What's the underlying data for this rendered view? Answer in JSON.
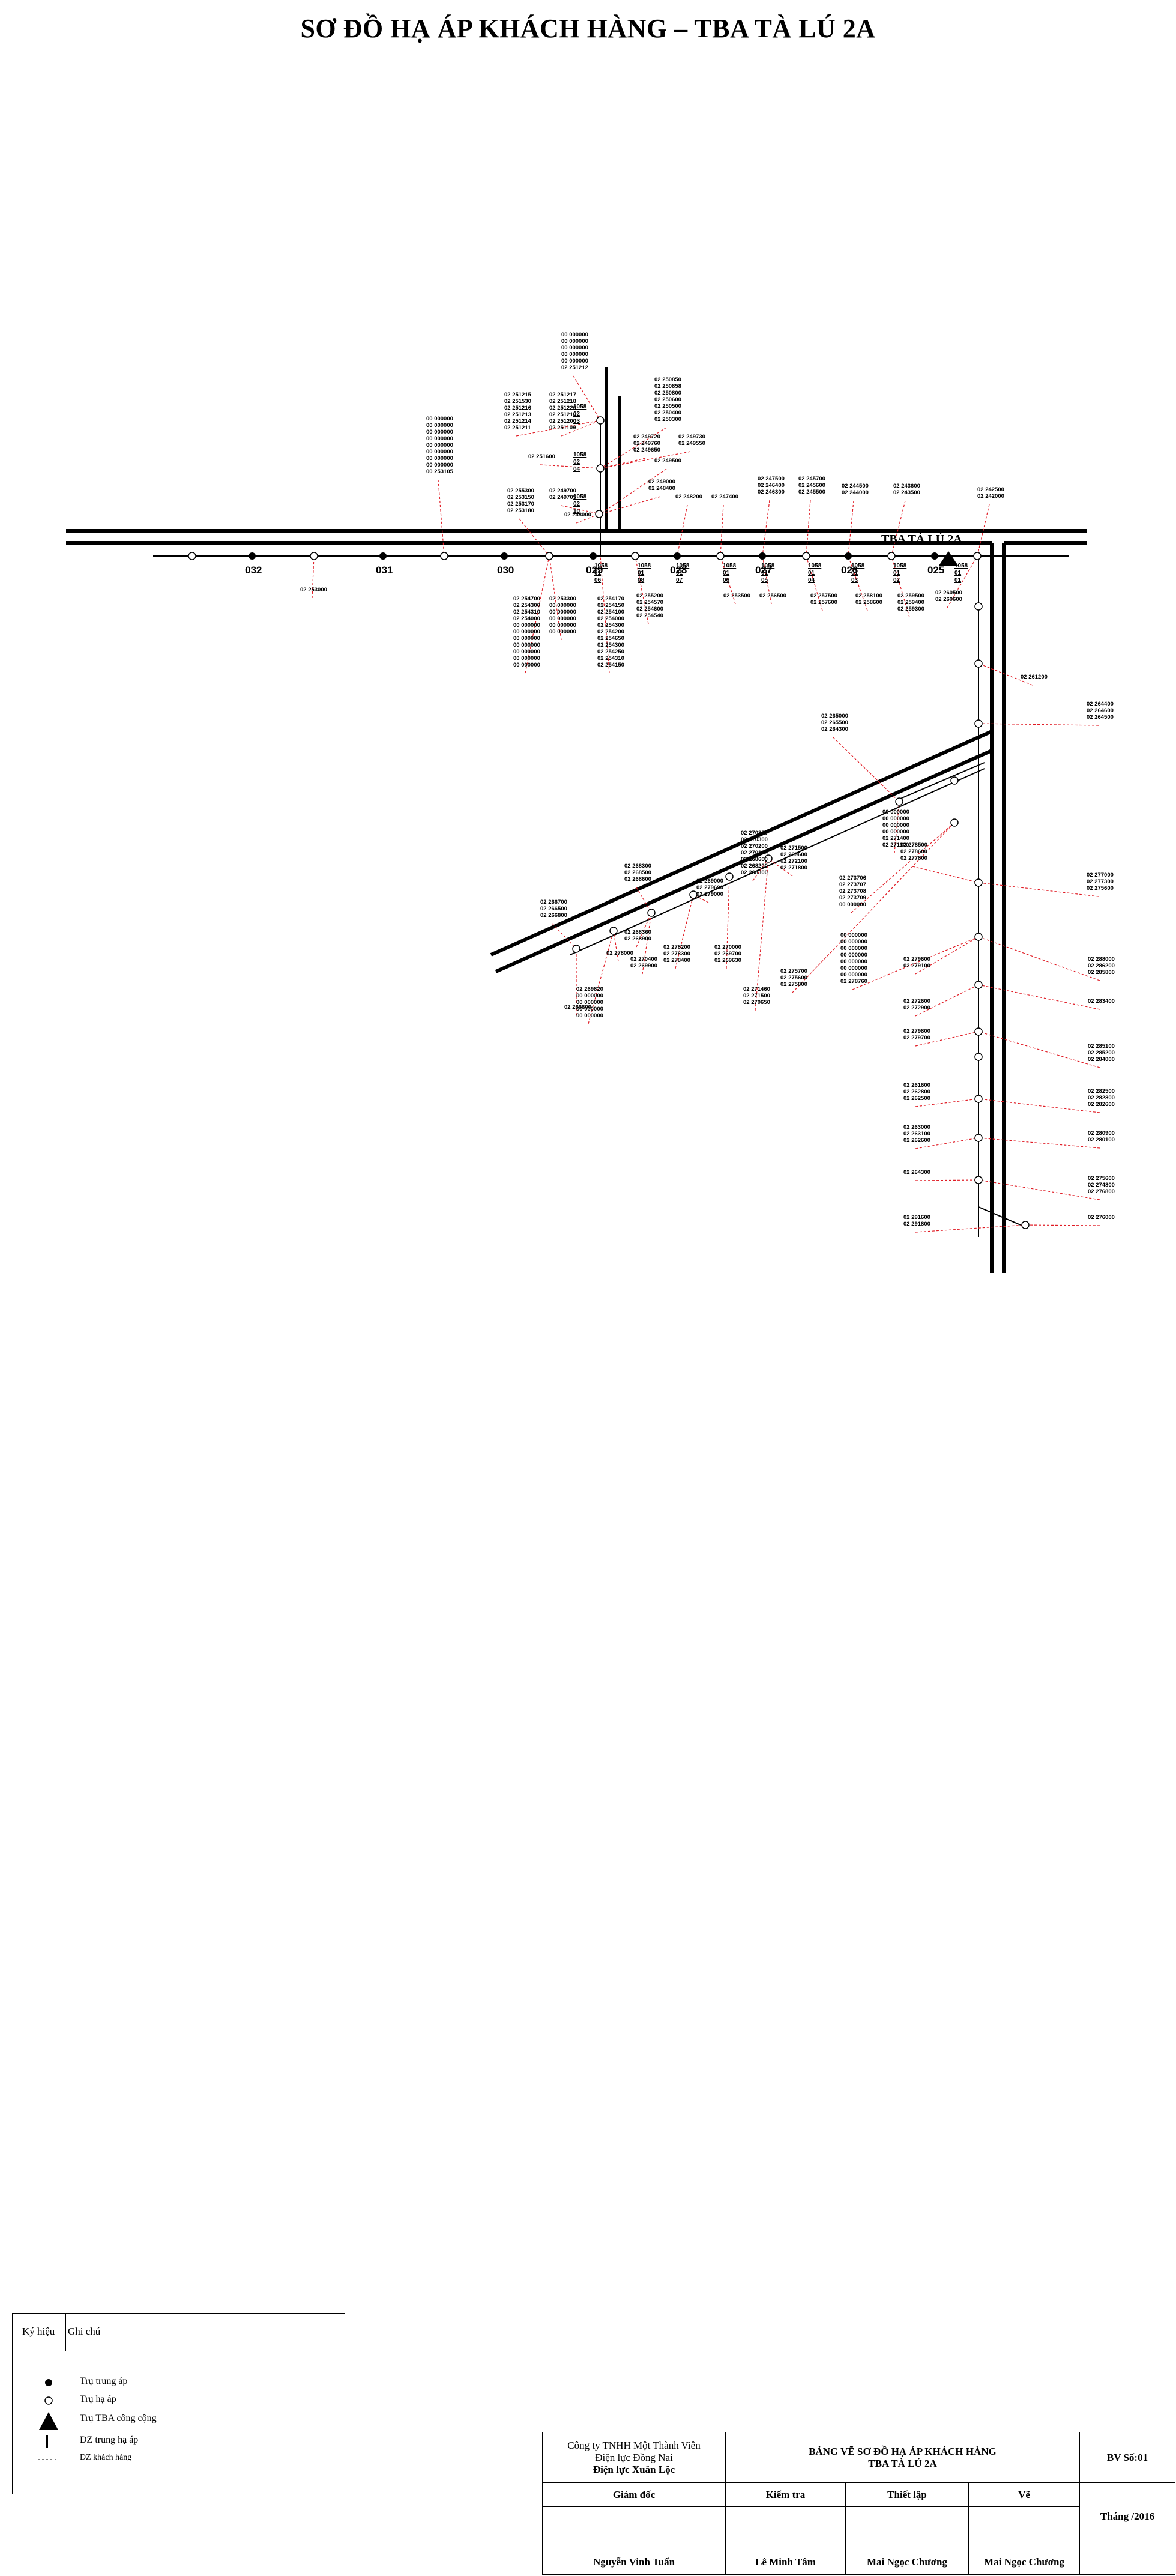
{
  "title": "SƠ ĐỒ HẠ ÁP KHÁCH HÀNG – TBA TÀ LÚ 2A",
  "station_label": "TBA TÀ LÚ 2A",
  "mv_pole_labels": [
    "032",
    "031",
    "030",
    "029",
    "028",
    "027",
    "026",
    "025"
  ],
  "pole_codes": [
    "1058\n01\n06",
    "1058\n01\n08",
    "1058\n01\n07",
    "1058\n01\n06",
    "1058\n01\n05",
    "1058\n01\n04",
    "1058\n01\n03",
    "1058\n01\n02",
    "1058\n01\n01",
    "1058\n02\n03",
    "1058\n02\n04",
    "1058\n02\n10"
  ],
  "customer_groups": [
    {
      "id": "g1",
      "items": [
        "00 000000",
        "00 000000",
        "00 000000",
        "00 000000",
        "00 000000",
        "02 251212"
      ]
    },
    {
      "id": "g2",
      "items": [
        "02 251215",
        "02 251530",
        "02 251216",
        "02 251213",
        "02 251214",
        "02 251211"
      ]
    },
    {
      "id": "g3",
      "items": [
        "02 251217",
        "02 251218",
        "02 251220",
        "02 251210",
        "02 251200",
        "02 251109"
      ]
    },
    {
      "id": "g4",
      "items": [
        "02 250850",
        "02 250858",
        "02 250800",
        "02 250600",
        "02 250500",
        "02 250400",
        "02 250300"
      ]
    },
    {
      "id": "g5",
      "items": [
        "02 249720",
        "02 249760",
        "02 249650"
      ]
    },
    {
      "id": "g6",
      "items": [
        "02 249730",
        "02 249550"
      ]
    },
    {
      "id": "g7",
      "items": [
        "00 000000",
        "00 000000",
        "00 000000",
        "00 000000",
        "00 000000",
        "00 000000",
        "00 000000",
        "00 000000",
        "00 253105"
      ]
    },
    {
      "id": "g8",
      "items": [
        "02 251600"
      ]
    },
    {
      "id": "g9",
      "items": [
        "02 249500"
      ]
    },
    {
      "id": "g10",
      "items": [
        "02 249000",
        "02 248400"
      ]
    },
    {
      "id": "g11",
      "items": [
        "02 255300",
        "02 253150",
        "02 253170",
        "02 253180"
      ]
    },
    {
      "id": "g12",
      "items": [
        "02 249700",
        "02 249705"
      ]
    },
    {
      "id": "g13",
      "items": [
        "02 248000"
      ]
    },
    {
      "id": "g14",
      "items": [
        "02 247500",
        "02 246400",
        "02 246300"
      ]
    },
    {
      "id": "g15",
      "items": [
        "02 245700",
        "02 245600",
        "02 245500"
      ]
    },
    {
      "id": "g16",
      "items": [
        "02 244500",
        "02 244000"
      ]
    },
    {
      "id": "g17",
      "items": [
        "02 243600",
        "02 243500"
      ]
    },
    {
      "id": "g18",
      "items": [
        "02 242500",
        "02 242000"
      ]
    },
    {
      "id": "g19",
      "items": [
        "02 248200"
      ]
    },
    {
      "id": "g20",
      "items": [
        "02 247400"
      ]
    },
    {
      "id": "g21",
      "items": [
        "02 253000"
      ]
    },
    {
      "id": "g22",
      "items": [
        "02 253300",
        "00 000000",
        "00 000000",
        "00 000000",
        "00 000000",
        "00 000000"
      ]
    },
    {
      "id": "g23",
      "items": [
        "02 254700",
        "02 254300",
        "02 254310",
        "02 254000",
        "00 000000",
        "00 000000",
        "00 000000",
        "00 000000",
        "00 000000",
        "00 000000",
        "00 000000"
      ]
    },
    {
      "id": "g24",
      "items": [
        "02 254170",
        "02 254150",
        "02 254100",
        "02 254000",
        "02 254300",
        "02 254200",
        "02 254650",
        "02 254300",
        "02 254250",
        "02 254310",
        "02 254150"
      ]
    },
    {
      "id": "g25",
      "items": [
        "02 255200",
        "02 254570",
        "02 254600",
        "02 254540"
      ]
    },
    {
      "id": "g26",
      "items": [
        "02 253500"
      ]
    },
    {
      "id": "g27",
      "items": [
        "02 256500"
      ]
    },
    {
      "id": "g28",
      "items": [
        "02 257500",
        "02 257600"
      ]
    },
    {
      "id": "g29",
      "items": [
        "02 258100",
        "02 258600"
      ]
    },
    {
      "id": "g30",
      "items": [
        "02 259500",
        "02 259400",
        "02 259300"
      ]
    },
    {
      "id": "g31",
      "items": [
        "02 260500",
        "02 260600"
      ]
    },
    {
      "id": "g32",
      "items": [
        "02 261200"
      ]
    },
    {
      "id": "g33",
      "items": [
        "02 264400",
        "02 264600",
        "02 264500"
      ]
    },
    {
      "id": "g34",
      "items": [
        "02 265000",
        "02 265500",
        "02 264300"
      ]
    },
    {
      "id": "g35",
      "items": [
        "00 000000",
        "00 000000",
        "00 000000",
        "00 000000",
        "02 271400",
        "02 271100"
      ]
    },
    {
      "id": "g36",
      "items": [
        "02 273706",
        "02 273707",
        "02 273708",
        "02 273709",
        "00 000000"
      ]
    },
    {
      "id": "g37",
      "items": [
        "02 271500",
        "02 269600",
        "02 272100",
        "02 271800"
      ]
    },
    {
      "id": "g38",
      "items": [
        "02 270850",
        "02 270300",
        "02 270200",
        "02 270100",
        "02 268600",
        "02 268200",
        "02 268300"
      ]
    },
    {
      "id": "g39",
      "items": [
        "02 268300",
        "02 268500",
        "02 268600"
      ]
    },
    {
      "id": "g40",
      "items": [
        "02 266700",
        "02 266500",
        "02 266800"
      ]
    },
    {
      "id": "g41",
      "items": [
        "02 268360",
        "02 268900"
      ]
    },
    {
      "id": "g42",
      "items": [
        "02 269000",
        "02 279690",
        "02 279000"
      ]
    },
    {
      "id": "g43",
      "items": [
        "02 269820",
        "00 000000",
        "00 000000",
        "00 000000",
        "00 000000"
      ]
    },
    {
      "id": "g44",
      "items": [
        "02 266600"
      ]
    },
    {
      "id": "g45",
      "items": [
        "02 278000"
      ]
    },
    {
      "id": "g46",
      "items": [
        "02 278200",
        "02 278300",
        "02 278400"
      ]
    },
    {
      "id": "g47",
      "items": [
        "02 277000",
        "02 277300",
        "02 275600"
      ]
    },
    {
      "id": "g48",
      "items": [
        "02 288000",
        "02 286200",
        "02 285800"
      ]
    },
    {
      "id": "g49",
      "items": [
        "02 283400"
      ]
    },
    {
      "id": "g50",
      "items": [
        "02 285100",
        "02 285200",
        "02 284000"
      ]
    },
    {
      "id": "g51",
      "items": [
        "02 282500",
        "02 282800",
        "02 282600"
      ]
    },
    {
      "id": "g52",
      "items": [
        "02 280900",
        "02 280100"
      ]
    },
    {
      "id": "g53",
      "items": [
        "02 275600",
        "02 274800",
        "02 276800"
      ]
    },
    {
      "id": "g54",
      "items": [
        "02 276000"
      ]
    },
    {
      "id": "g55",
      "items": [
        "02 278500",
        "02 278600",
        "02 277800"
      ]
    },
    {
      "id": "g56",
      "items": [
        "02 279600",
        "02 279100"
      ]
    },
    {
      "id": "g57",
      "items": [
        "02 272600",
        "02 272900"
      ]
    },
    {
      "id": "g58",
      "items": [
        "02 279800",
        "02 279700"
      ]
    },
    {
      "id": "g59",
      "items": [
        "02 261600",
        "02 262800",
        "02 262500"
      ]
    },
    {
      "id": "g60",
      "items": [
        "02 263000",
        "02 263100",
        "02 262600"
      ]
    },
    {
      "id": "g61",
      "items": [
        "02 264300"
      ]
    },
    {
      "id": "g62",
      "items": [
        "02 291600",
        "02 291800"
      ]
    },
    {
      "id": "g63",
      "items": [
        "00 000000",
        "00 000000",
        "00 000000",
        "00 000000",
        "00 000000",
        "00 000000",
        "00 000000",
        "02 278760"
      ]
    },
    {
      "id": "g64",
      "items": [
        "02 275700",
        "02 275600",
        "02 275800"
      ]
    },
    {
      "id": "g65",
      "items": [
        "02 271460",
        "02 271500",
        "02 270650"
      ]
    },
    {
      "id": "g66",
      "items": [
        "02 270000",
        "02 269700",
        "02 269630"
      ]
    },
    {
      "id": "g67",
      "items": [
        "02 270400",
        "02 269900"
      ]
    }
  ],
  "legend": {
    "col1": "Ký hiệu",
    "col2": "Ghi chú",
    "rows": [
      {
        "symbol": "dot",
        "text": "Trụ trung áp"
      },
      {
        "symbol": "circle",
        "text": "Trụ hạ áp"
      },
      {
        "symbol": "triangle",
        "text": "Trụ TBA công cộng"
      },
      {
        "symbol": "line",
        "text": "DZ trung hạ áp"
      },
      {
        "symbol": "dash",
        "text": "DZ khách hàng"
      }
    ]
  },
  "title_block": {
    "company_line1": "Công ty TNHH Một Thành Viên",
    "company_line2": "Điện lực Đồng Nai",
    "company_line3": "Điện lực Xuân Lộc",
    "drawing_title_1": "BẢNG VẼ SƠ ĐỒ HẠ ÁP KHÁCH HÀNG",
    "drawing_title_2": "TBA TÀ LÚ 2A",
    "sheet": "BV Số:01",
    "role_director": "Giám đốc",
    "role_check": "Kiểm tra",
    "role_design": "Thiết lập",
    "role_draw": "Vẽ",
    "date": "Tháng  /2016",
    "name_director": "Nguyễn Vinh Tuấn",
    "name_check": "Lê Minh Tâm",
    "name_design": "Mai Ngọc Chương",
    "name_draw": "Mai Ngọc Chương"
  },
  "colors": {
    "line": "#000000",
    "customer_line": "#e01b24"
  }
}
